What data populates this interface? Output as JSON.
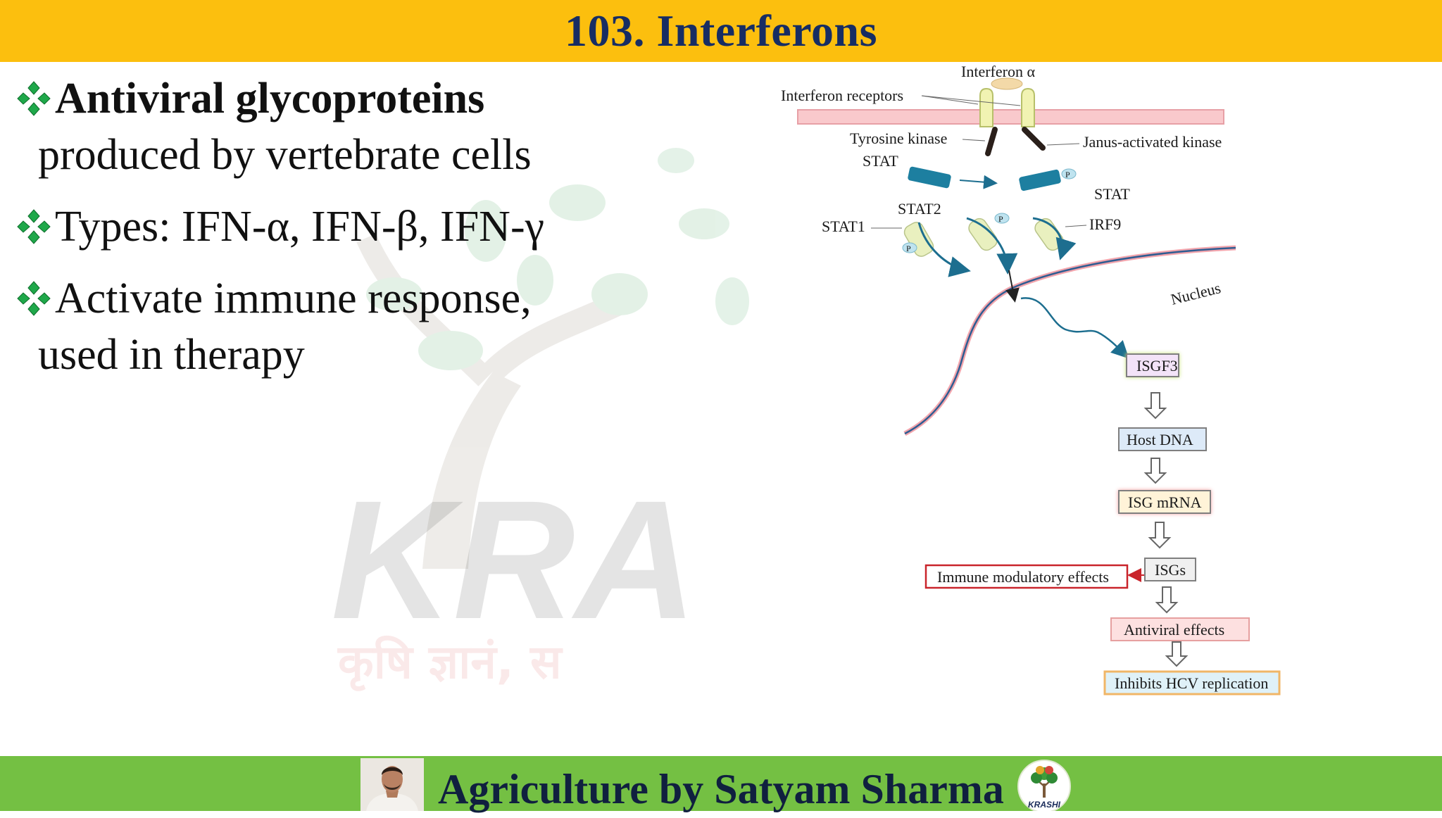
{
  "slide": {
    "title": "103. Interferons"
  },
  "watermark": {
    "brand_text": "KRA",
    "hindi_text": "कृषि ज्ञानं, स"
  },
  "bullets": [
    {
      "icon": "four-diamond-bullet-icon",
      "line1": "Antiviral glycoproteins",
      "line2": "produced by vertebrate cells",
      "bold_line1": true
    },
    {
      "icon": "four-diamond-bullet-icon",
      "line1": "Types: IFN-α, IFN-β, IFN-γ",
      "line2": "",
      "bold_line1": false
    },
    {
      "icon": "four-diamond-bullet-icon",
      "line1": "Activate immune response,",
      "line2": "used in therapy",
      "bold_line1": false
    }
  ],
  "diagram": {
    "labels": {
      "interferon_alpha": "Interferon α",
      "interferon_receptors": "Interferon receptors",
      "tyrosine_kinase": "Tyrosine kinase",
      "janus_kinase": "Janus-activated kinase",
      "stat_left": "STAT",
      "stat_right": "STAT",
      "stat2": "STAT2",
      "stat1": "STAT1",
      "irf9": "IRF9",
      "nucleus": "Nucleus",
      "phospho_marker": "P"
    },
    "flow": {
      "isgf3": "ISGF3",
      "host_dna": "Host DNA",
      "isg_mrna": "ISG mRNA",
      "isgs": "ISGs",
      "immune_modulatory": "Immune modulatory effects",
      "antiviral_effects": "Antiviral effects",
      "inhibits_hcv": "Inhibits HCV replication"
    }
  },
  "footer": {
    "text": "Agriculture by Satyam Sharma",
    "logo_text": "KRASHI"
  },
  "colors": {
    "title_bar": "#fcbf0e",
    "title_text": "#172d63",
    "footer_bar": "#74c043",
    "bullet_icon": "#1fa84a",
    "membrane": "#f9c9cc",
    "stat_blue": "#1d7fa0"
  }
}
